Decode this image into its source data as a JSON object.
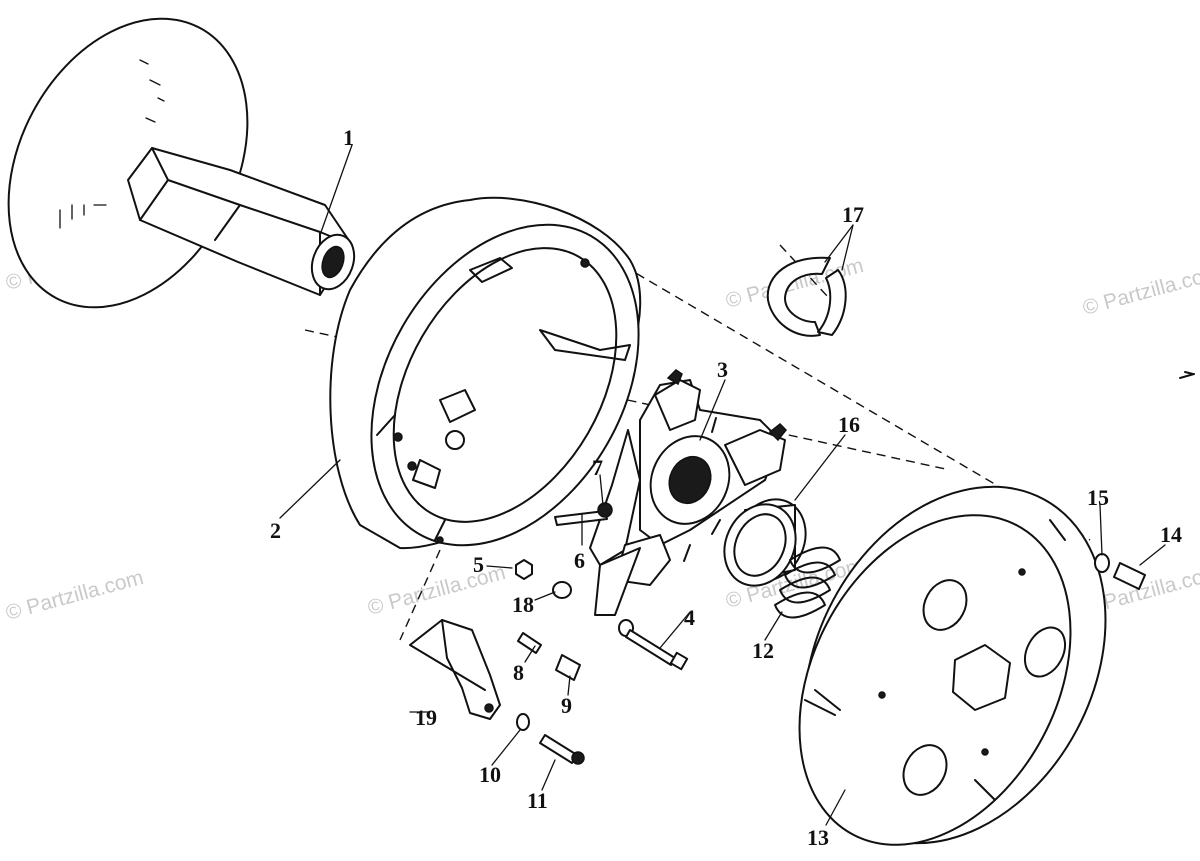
{
  "watermark": "© Partzilla.com",
  "callouts": [
    {
      "id": "1",
      "text": "1"
    },
    {
      "id": "2",
      "text": "2"
    },
    {
      "id": "3",
      "text": "3"
    },
    {
      "id": "4",
      "text": "4"
    },
    {
      "id": "5",
      "text": "5"
    },
    {
      "id": "6",
      "text": "6"
    },
    {
      "id": "7",
      "text": "7"
    },
    {
      "id": "8",
      "text": "8"
    },
    {
      "id": "9",
      "text": "9"
    },
    {
      "id": "10",
      "text": "10"
    },
    {
      "id": "11",
      "text": "11"
    },
    {
      "id": "12",
      "text": "12"
    },
    {
      "id": "13",
      "text": "13"
    },
    {
      "id": "14",
      "text": "14"
    },
    {
      "id": "15",
      "text": "15"
    },
    {
      "id": "16",
      "text": "16"
    },
    {
      "id": "17",
      "text": "17"
    },
    {
      "id": "18",
      "text": "18"
    },
    {
      "id": "19",
      "text": "19"
    }
  ]
}
